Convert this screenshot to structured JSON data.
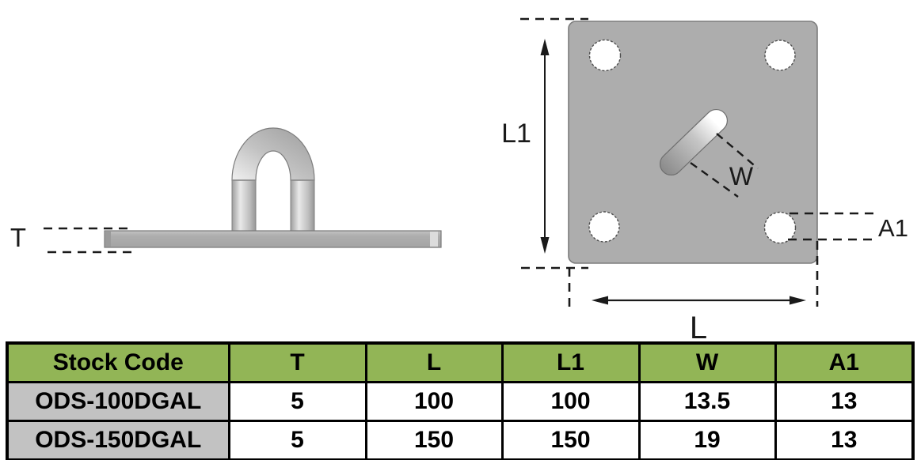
{
  "side_view": {
    "description": "eye plate side elevation drawing",
    "thickness_label": "T"
  },
  "top_view": {
    "description": "eye plate plan view drawing",
    "height_label": "L1",
    "slot_width_label": "W",
    "hole_diameter_label": "A1",
    "width_label": "L"
  },
  "table": {
    "headers": [
      "Stock Code",
      "T",
      "L",
      "L1",
      "W",
      "A1"
    ],
    "rows": [
      {
        "code": "ODS-100DGAL",
        "values": [
          "5",
          "100",
          "100",
          "13.5",
          "13"
        ]
      },
      {
        "code": "ODS-150DGAL",
        "values": [
          "5",
          "150",
          "150",
          "19",
          "13"
        ]
      }
    ]
  },
  "colors": {
    "header_green": "#92B556",
    "code_cell_gray": "#C2C2C2",
    "plate_gray": "#ADADAD",
    "table_border": "#000000"
  }
}
